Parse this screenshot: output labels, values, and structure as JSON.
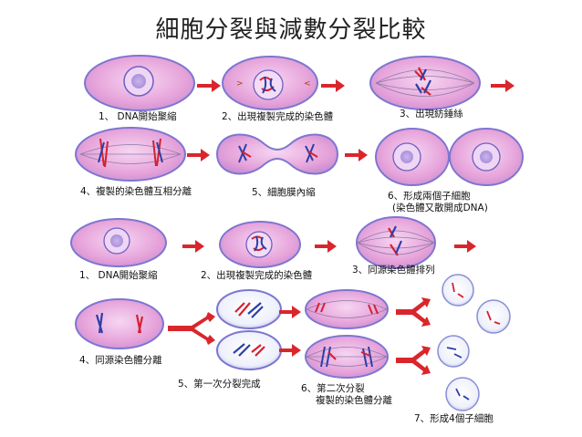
{
  "title": "細胞分裂與減數分裂比較",
  "mitosis": {
    "steps": [
      "1、 DNA開始聚縮",
      "2、出現複製完成的染色體",
      "3、出現紡錘絲",
      "4、複製的染色體互相分離",
      "5、細胞膜內縮",
      "6、形成兩個子細胞",
      "(染色體又散開成DNA)"
    ]
  },
  "meiosis": {
    "steps": [
      "1、 DNA開始聚縮",
      "2、出現複製完成的染色體",
      "3、同源染色體排列",
      "4、同源染色體分離",
      "5、第一次分裂完成",
      "6、第二次分裂",
      "複製的染色體分離",
      "7、形成4個子細胞"
    ]
  },
  "colors": {
    "cell_fill": "#e8a6dc",
    "cell_edge": "#6e6cc9",
    "arrow": "#d9262c",
    "chrom_red": "#d62030",
    "chrom_blue": "#2c3fa8"
  }
}
